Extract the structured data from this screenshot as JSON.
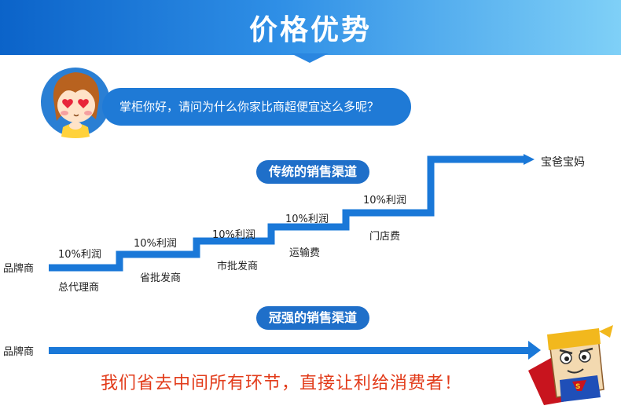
{
  "banner": {
    "title": "价格优势"
  },
  "dialog": {
    "question": "掌柜你好，请问为什么你家比商超便宜这么多呢？"
  },
  "traditional": {
    "heading": "传统的销售渠道",
    "source": "品牌商",
    "end": "宝爸宝妈",
    "steps": [
      {
        "top": "10%利润",
        "bottom": "总代理商"
      },
      {
        "top": "10%利润",
        "bottom": "省批发商"
      },
      {
        "top": "10%利润",
        "bottom": "市批发商"
      },
      {
        "top": "10%利润",
        "bottom": "运输费"
      },
      {
        "top": "10%利润",
        "bottom": "门店费"
      }
    ]
  },
  "guanqiang": {
    "heading": "冠强的销售渠道",
    "source": "品牌商"
  },
  "slogan": "我们省去中间所有环节，直接让利给消费者！",
  "colors": {
    "banner": "#1f7ad6",
    "arrow": "#1a78d8",
    "slogan": "#e23b1a"
  }
}
